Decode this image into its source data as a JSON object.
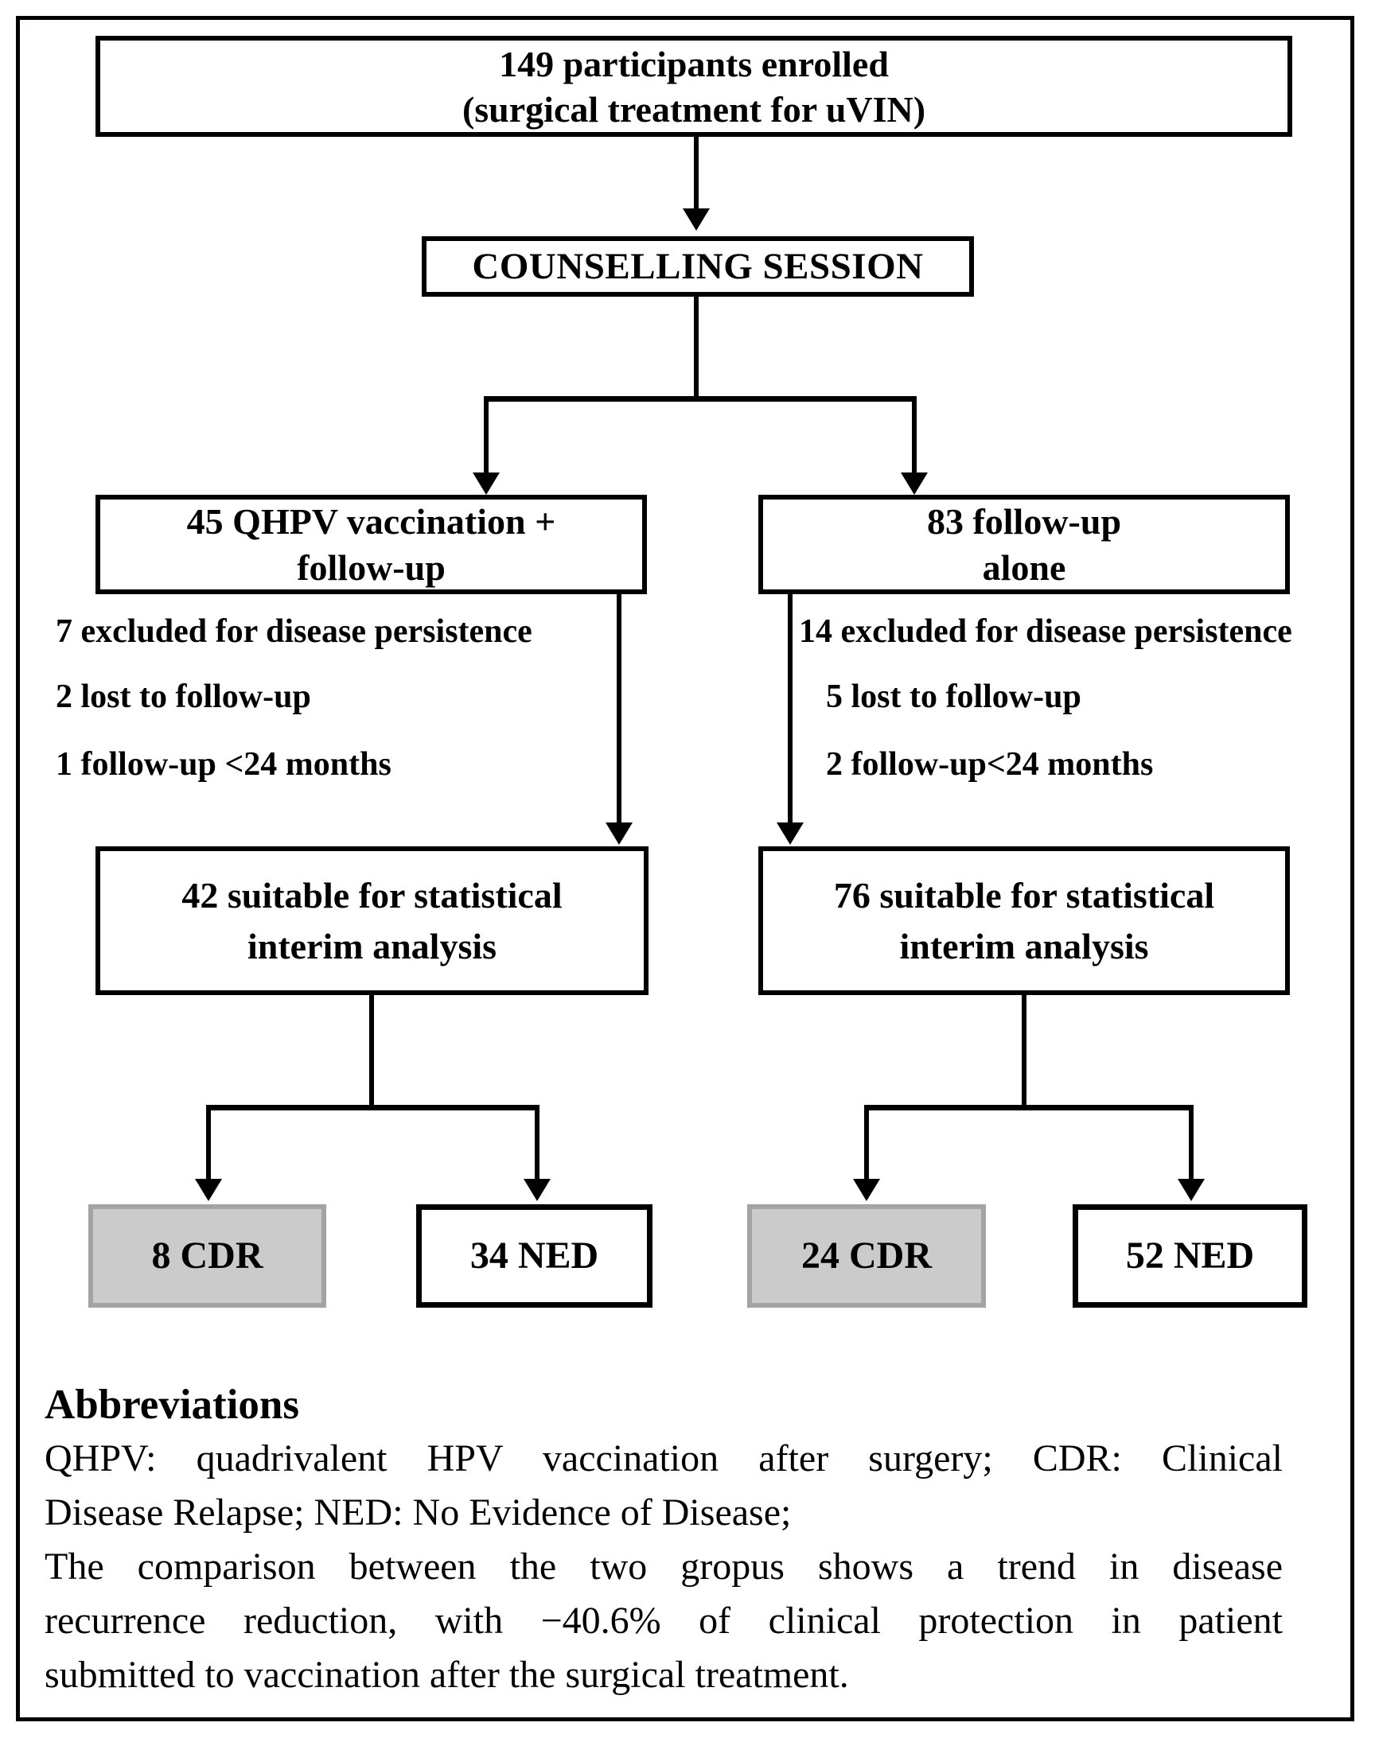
{
  "diagram": {
    "enrollment_box": {
      "line1": "149 participants enrolled",
      "line2": "(surgical treatment for uVIN)"
    },
    "counselling_box": {
      "label": "COUNSELLING SESSION"
    },
    "vaccination_box": {
      "line1": "45 QHPV vaccination +",
      "line2": "follow-up"
    },
    "followup_box": {
      "line1": "83 follow-up",
      "line2": "alone"
    },
    "left_exclusions": [
      "7 excluded for disease persistence",
      "2 lost to follow-up",
      "1 follow-up <24 months"
    ],
    "right_exclusions": [
      "14 excluded for disease persistence",
      "5 lost to follow-up",
      "2 follow-up<24 months"
    ],
    "left_suitable_box": {
      "line1": "42 suitable for statistical",
      "line2": "interim analysis"
    },
    "right_suitable_box": {
      "line1": "76 suitable for statistical",
      "line2": "interim analysis"
    },
    "outcomes": {
      "left_cdr": "8 CDR",
      "left_ned": "34 NED",
      "right_cdr": "24 CDR",
      "right_ned": "52 NED"
    },
    "colors": {
      "cdr_fill": "#cbcbcb",
      "cdr_border": "#a3a3a3",
      "line_color": "#000000",
      "background": "#ffffff"
    }
  },
  "footer": {
    "heading": "Abbreviations",
    "line1": "QHPV: quadrivalent HPV vaccination after surgery; CDR: Clinical",
    "line2": "Disease Relapse; NED: No Evidence of Disease;",
    "line3": "The comparison between the two gropus shows a trend in disease",
    "line4": "recurrence reduction, with −40.6% of clinical protection in patient",
    "line5": "submitted to vaccination  after the surgical treatment."
  }
}
